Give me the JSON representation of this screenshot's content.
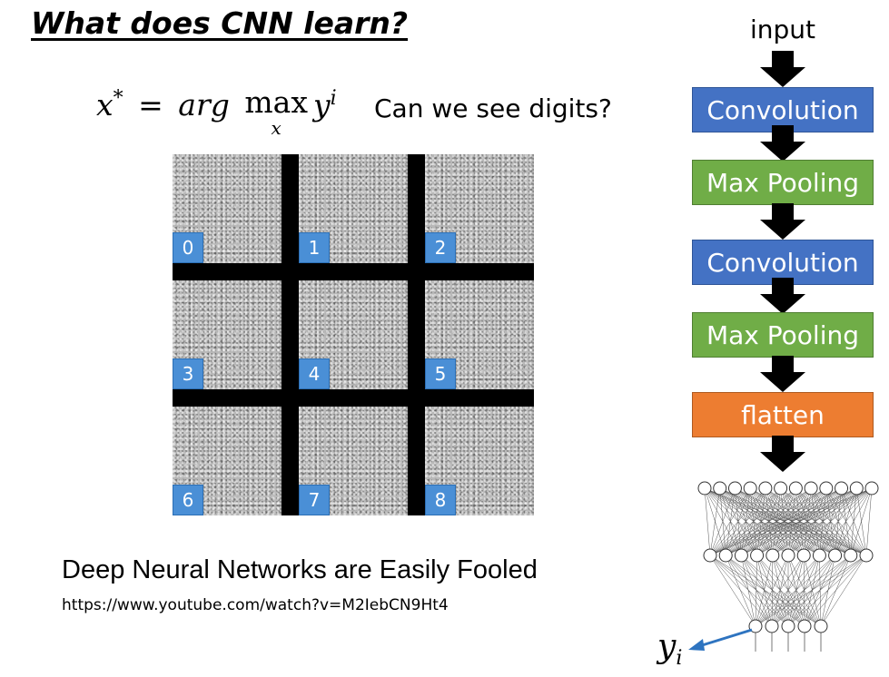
{
  "slide": {
    "title": "What does CNN learn?",
    "formula": {
      "lhs": "x",
      "lhs_sup": "*",
      "equals": "=",
      "func": "arg",
      "op": "max",
      "op_sub": "x",
      "var": "y",
      "var_sup": "i"
    },
    "question": "Can we see digits?",
    "digit_labels": [
      "0",
      "1",
      "2",
      "3",
      "4",
      "5",
      "6",
      "7",
      "8"
    ],
    "footer_title": "Deep Neural Networks are Easily Fooled",
    "footer_url": "https://www.youtube.com/watch?v=M2IebCN9Ht4"
  },
  "pipeline": {
    "input_label": "input",
    "blocks": [
      {
        "label": "Convolution",
        "kind": "conv"
      },
      {
        "label": "Max Pooling",
        "kind": "pool"
      },
      {
        "label": "Convolution",
        "kind": "conv"
      },
      {
        "label": "Max Pooling",
        "kind": "pool"
      },
      {
        "label": "flatten",
        "kind": "flat"
      }
    ],
    "output_label": "y",
    "output_sub": "i"
  },
  "colors": {
    "conv": "#4472c4",
    "pool": "#70ad47",
    "flatten": "#ed7d31",
    "digit_badge": "#4a8fd6",
    "output_arrow": "#2e74c0"
  }
}
